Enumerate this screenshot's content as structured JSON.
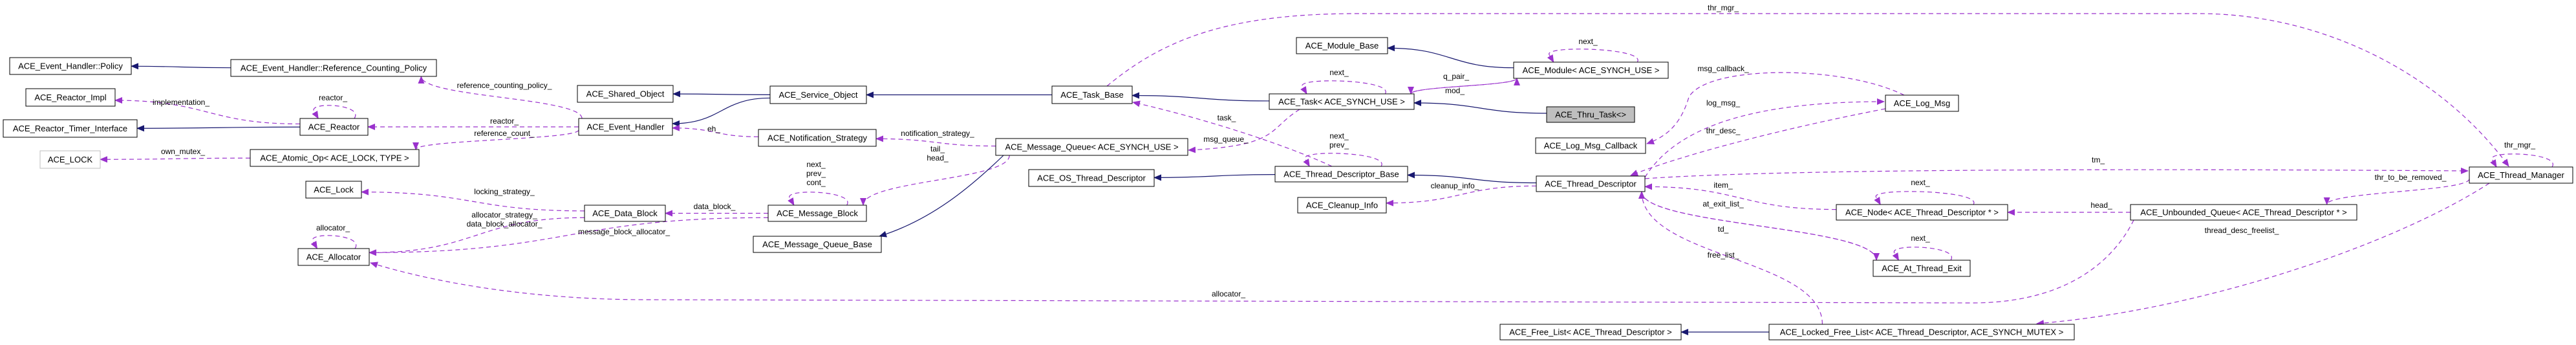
{
  "colors": {
    "inheritance": "#191970",
    "usage": "#9a32cd",
    "focus_fill": "#bfbfbf",
    "undocumented_border": "#bfbfbf"
  },
  "nodes": [
    {
      "id": "policy",
      "label": "ACE_Event_Handler::Policy"
    },
    {
      "id": "rcpolicy",
      "label": "ACE_Event_Handler::Reference_Counting_Policy"
    },
    {
      "id": "reactor_impl",
      "label": "ACE_Reactor_Impl"
    },
    {
      "id": "reactor_timer",
      "label": "ACE_Reactor_Timer_Interface"
    },
    {
      "id": "reactor",
      "label": "ACE_Reactor"
    },
    {
      "id": "ace_lock_t",
      "label": "ACE_LOCK",
      "style": "undocumented"
    },
    {
      "id": "atomic_op",
      "label": "ACE_Atomic_Op< ACE_LOCK, TYPE >"
    },
    {
      "id": "lock",
      "label": "ACE_Lock"
    },
    {
      "id": "allocator",
      "label": "ACE_Allocator"
    },
    {
      "id": "shared_object",
      "label": "ACE_Shared_Object"
    },
    {
      "id": "event_handler",
      "label": "ACE_Event_Handler"
    },
    {
      "id": "service_object",
      "label": "ACE_Service_Object"
    },
    {
      "id": "notification",
      "label": "ACE_Notification_Strategy"
    },
    {
      "id": "data_block",
      "label": "ACE_Data_Block"
    },
    {
      "id": "message_block",
      "label": "ACE_Message_Block"
    },
    {
      "id": "mq_base",
      "label": "ACE_Message_Queue_Base"
    },
    {
      "id": "task_base",
      "label": "ACE_Task_Base"
    },
    {
      "id": "message_queue",
      "label": "ACE_Message_Queue< ACE_SYNCH_USE >"
    },
    {
      "id": "os_thread_desc",
      "label": "ACE_OS_Thread_Descriptor"
    },
    {
      "id": "module_base",
      "label": "ACE_Module_Base"
    },
    {
      "id": "module",
      "label": "ACE_Module< ACE_SYNCH_USE >"
    },
    {
      "id": "task",
      "label": "ACE_Task< ACE_SYNCH_USE >"
    },
    {
      "id": "thru_task",
      "label": "ACE_Thru_Task<>",
      "style": "focus"
    },
    {
      "id": "log_msg_callback",
      "label": "ACE_Log_Msg_Callback"
    },
    {
      "id": "thread_desc_base",
      "label": "ACE_Thread_Descriptor_Base"
    },
    {
      "id": "thread_desc",
      "label": "ACE_Thread_Descriptor"
    },
    {
      "id": "cleanup_info",
      "label": "ACE_Cleanup_Info"
    },
    {
      "id": "free_list",
      "label": "ACE_Free_List< ACE_Thread_Descriptor >"
    },
    {
      "id": "log_msg",
      "label": "ACE_Log_Msg"
    },
    {
      "id": "node",
      "label": "ACE_Node< ACE_Thread_Descriptor * >"
    },
    {
      "id": "at_thread_exit",
      "label": "ACE_At_Thread_Exit"
    },
    {
      "id": "locked_free_list",
      "label": "ACE_Locked_Free_List< ACE_Thread_Descriptor, ACE_SYNCH_MUTEX >"
    },
    {
      "id": "thread_manager",
      "label": "ACE_Thread_Manager"
    },
    {
      "id": "unbounded_queue",
      "label": "ACE_Unbounded_Queue< ACE_Thread_Descriptor * >"
    }
  ],
  "edges": [
    {
      "from": "rcpolicy",
      "to": "policy",
      "kind": "inheritance",
      "label": ""
    },
    {
      "from": "reactor",
      "to": "reactor_impl",
      "kind": "usage",
      "label": "implementation_"
    },
    {
      "from": "reactor",
      "to": "reactor",
      "kind": "usage",
      "label": "reactor_"
    },
    {
      "from": "reactor",
      "to": "reactor_timer",
      "kind": "inheritance",
      "label": ""
    },
    {
      "from": "atomic_op",
      "to": "ace_lock_t",
      "kind": "usage",
      "label": "own_mutex_"
    },
    {
      "from": "event_handler",
      "to": "rcpolicy",
      "kind": "usage",
      "label": "reference_counting_policy_"
    },
    {
      "from": "event_handler",
      "to": "reactor",
      "kind": "usage",
      "label": "reactor_"
    },
    {
      "from": "event_handler",
      "to": "atomic_op",
      "kind": "usage",
      "label": "reference_count_"
    },
    {
      "from": "service_object",
      "to": "shared_object",
      "kind": "inheritance",
      "label": ""
    },
    {
      "from": "service_object",
      "to": "event_handler",
      "kind": "inheritance",
      "label": ""
    },
    {
      "from": "notification",
      "to": "event_handler",
      "kind": "usage",
      "label": "eh_"
    },
    {
      "from": "data_block",
      "to": "lock",
      "kind": "usage",
      "label": "locking_strategy_"
    },
    {
      "from": "data_block",
      "to": "allocator",
      "kind": "usage",
      "label": "allocator_strategy_\ndata_block_allocator_"
    },
    {
      "from": "message_block",
      "to": "allocator",
      "kind": "usage",
      "label": "message_block_allocator_"
    },
    {
      "from": "allocator",
      "to": "allocator",
      "kind": "usage",
      "label": "allocator_"
    },
    {
      "from": "message_block",
      "to": "data_block",
      "kind": "usage",
      "label": "data_block_"
    },
    {
      "from": "message_block",
      "to": "message_block",
      "kind": "usage",
      "label": "next_\nprev_\ncont_"
    },
    {
      "from": "task_base",
      "to": "service_object",
      "kind": "inheritance",
      "label": ""
    },
    {
      "from": "message_queue",
      "to": "notification",
      "kind": "usage",
      "label": "notification_strategy_"
    },
    {
      "from": "message_queue",
      "to": "message_block",
      "kind": "usage",
      "label": "tail_\nhead_"
    },
    {
      "from": "message_queue",
      "to": "mq_base",
      "kind": "inheritance",
      "label": ""
    },
    {
      "from": "unbounded_queue",
      "to": "allocator",
      "kind": "usage",
      "label": "allocator_"
    },
    {
      "from": "task",
      "to": "task_base",
      "kind": "inheritance",
      "label": ""
    },
    {
      "from": "thread_desc_base",
      "to": "task_base",
      "kind": "usage",
      "label": "task_"
    },
    {
      "from": "task",
      "to": "message_queue",
      "kind": "usage",
      "label": "msg_queue_"
    },
    {
      "from": "task",
      "to": "task",
      "kind": "usage",
      "label": "next_"
    },
    {
      "from": "task_base",
      "to": "thread_manager",
      "kind": "usage",
      "label": "thr_mgr_"
    },
    {
      "from": "thread_desc_base",
      "to": "os_thread_desc",
      "kind": "inheritance",
      "label": ""
    },
    {
      "from": "module",
      "to": "module_base",
      "kind": "inheritance",
      "label": ""
    },
    {
      "from": "module",
      "to": "module",
      "kind": "usage",
      "label": "next_"
    },
    {
      "from": "module",
      "to": "task",
      "kind": "usage",
      "label": "q_pair_"
    },
    {
      "from": "task",
      "to": "module",
      "kind": "usage",
      "label": "mod_"
    },
    {
      "from": "thru_task",
      "to": "task",
      "kind": "inheritance",
      "label": ""
    },
    {
      "from": "thread_desc_base",
      "to": "thread_desc_base",
      "kind": "usage",
      "label": "next_\nprev_"
    },
    {
      "from": "thread_desc",
      "to": "thread_desc_base",
      "kind": "inheritance",
      "label": ""
    },
    {
      "from": "thread_desc",
      "to": "cleanup_info",
      "kind": "usage",
      "label": "cleanup_info_"
    },
    {
      "from": "log_msg",
      "to": "log_msg_callback",
      "kind": "usage",
      "label": "msg_callback_"
    },
    {
      "from": "thread_desc",
      "to": "log_msg",
      "kind": "usage",
      "label": "log_msg_"
    },
    {
      "from": "log_msg",
      "to": "thread_desc",
      "kind": "usage",
      "label": "thr_desc_"
    },
    {
      "from": "thread_desc",
      "to": "thread_manager",
      "kind": "usage",
      "label": "tm_"
    },
    {
      "from": "node",
      "to": "thread_desc",
      "kind": "usage",
      "label": "item_"
    },
    {
      "from": "thread_desc",
      "to": "at_thread_exit",
      "kind": "usage",
      "label": "at_exit_list_"
    },
    {
      "from": "at_thread_exit",
      "to": "thread_desc",
      "kind": "usage",
      "label": "td_"
    },
    {
      "from": "locked_free_list",
      "to": "thread_desc",
      "kind": "usage",
      "label": "free_list_"
    },
    {
      "from": "node",
      "to": "node",
      "kind": "usage",
      "label": "next_"
    },
    {
      "from": "at_thread_exit",
      "to": "at_thread_exit",
      "kind": "usage",
      "label": "next_"
    },
    {
      "from": "unbounded_queue",
      "to": "node",
      "kind": "usage",
      "label": "head_"
    },
    {
      "from": "thread_manager",
      "to": "unbounded_queue",
      "kind": "usage",
      "label": "thr_to_be_removed_"
    },
    {
      "from": "thread_manager",
      "to": "locked_free_list",
      "kind": "usage",
      "label": "thread_desc_freelist_"
    },
    {
      "from": "thread_manager",
      "to": "thread_manager",
      "kind": "usage",
      "label": "thr_mgr_"
    },
    {
      "from": "locked_free_list",
      "to": "free_list",
      "kind": "inheritance",
      "label": ""
    }
  ]
}
